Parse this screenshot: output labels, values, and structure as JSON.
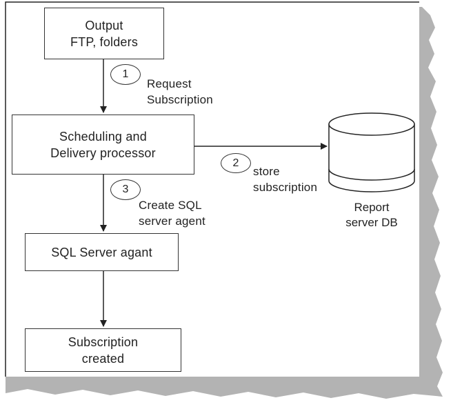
{
  "nodes": {
    "output": "Output\nFTP, folders",
    "scheduler": "Scheduling and\nDelivery processor",
    "agent": "SQL Server agant",
    "created": "Subscription\ncreated",
    "db": "Report\nserver DB"
  },
  "steps": [
    {
      "num": "1",
      "label": "Request\nSubscription"
    },
    {
      "num": "2",
      "label": "store\nsubscription"
    },
    {
      "num": "3",
      "label": "Create SQL\nserver agent"
    }
  ],
  "colors": {
    "line": "#222222",
    "shadow": "#b3b3b3",
    "box_fill": "#ffffff"
  }
}
